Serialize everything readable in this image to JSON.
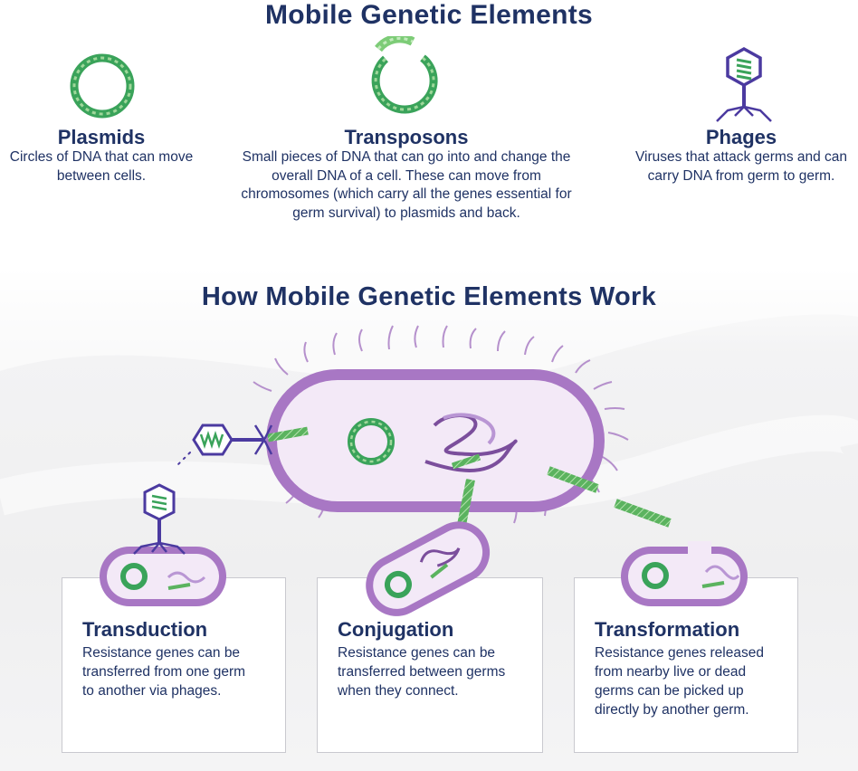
{
  "page": {
    "title": "Mobile Genetic Elements",
    "subtitle": "How Mobile Genetic Elements Work"
  },
  "elements": [
    {
      "name": "Plasmids",
      "description": "Circles of DNA that can move between cells."
    },
    {
      "name": "Transposons",
      "description": "Small pieces of DNA that can go into and change the overall DNA of a cell. These can move from chromosomes (which carry all the genes essential for germ survival) to plasmids and back."
    },
    {
      "name": "Phages",
      "description": "Viruses that attack germs and can carry DNA from germ to germ."
    }
  ],
  "mechanisms": [
    {
      "name": "Transduction",
      "description": "Resistance genes can be transferred from one germ to another via phages."
    },
    {
      "name": "Conjugation",
      "description": "Resistance genes can be transferred between germs when they connect."
    },
    {
      "name": "Transformation",
      "description": "Resistance genes released from nearby live or dead germs can be picked up directly by another germ."
    }
  ],
  "colors": {
    "title": "#1f3264",
    "cell_membrane": "#a877c4",
    "cell_membrane_dark": "#7b4e9c",
    "cell_interior": "#f3e9f7",
    "dna_green": "#5bb35f",
    "dna_green_light": "#9fd79a",
    "phage_outline": "#4b3aa0"
  },
  "icons": [
    "plasmid-icon",
    "transposon-icon",
    "phage-icon"
  ]
}
